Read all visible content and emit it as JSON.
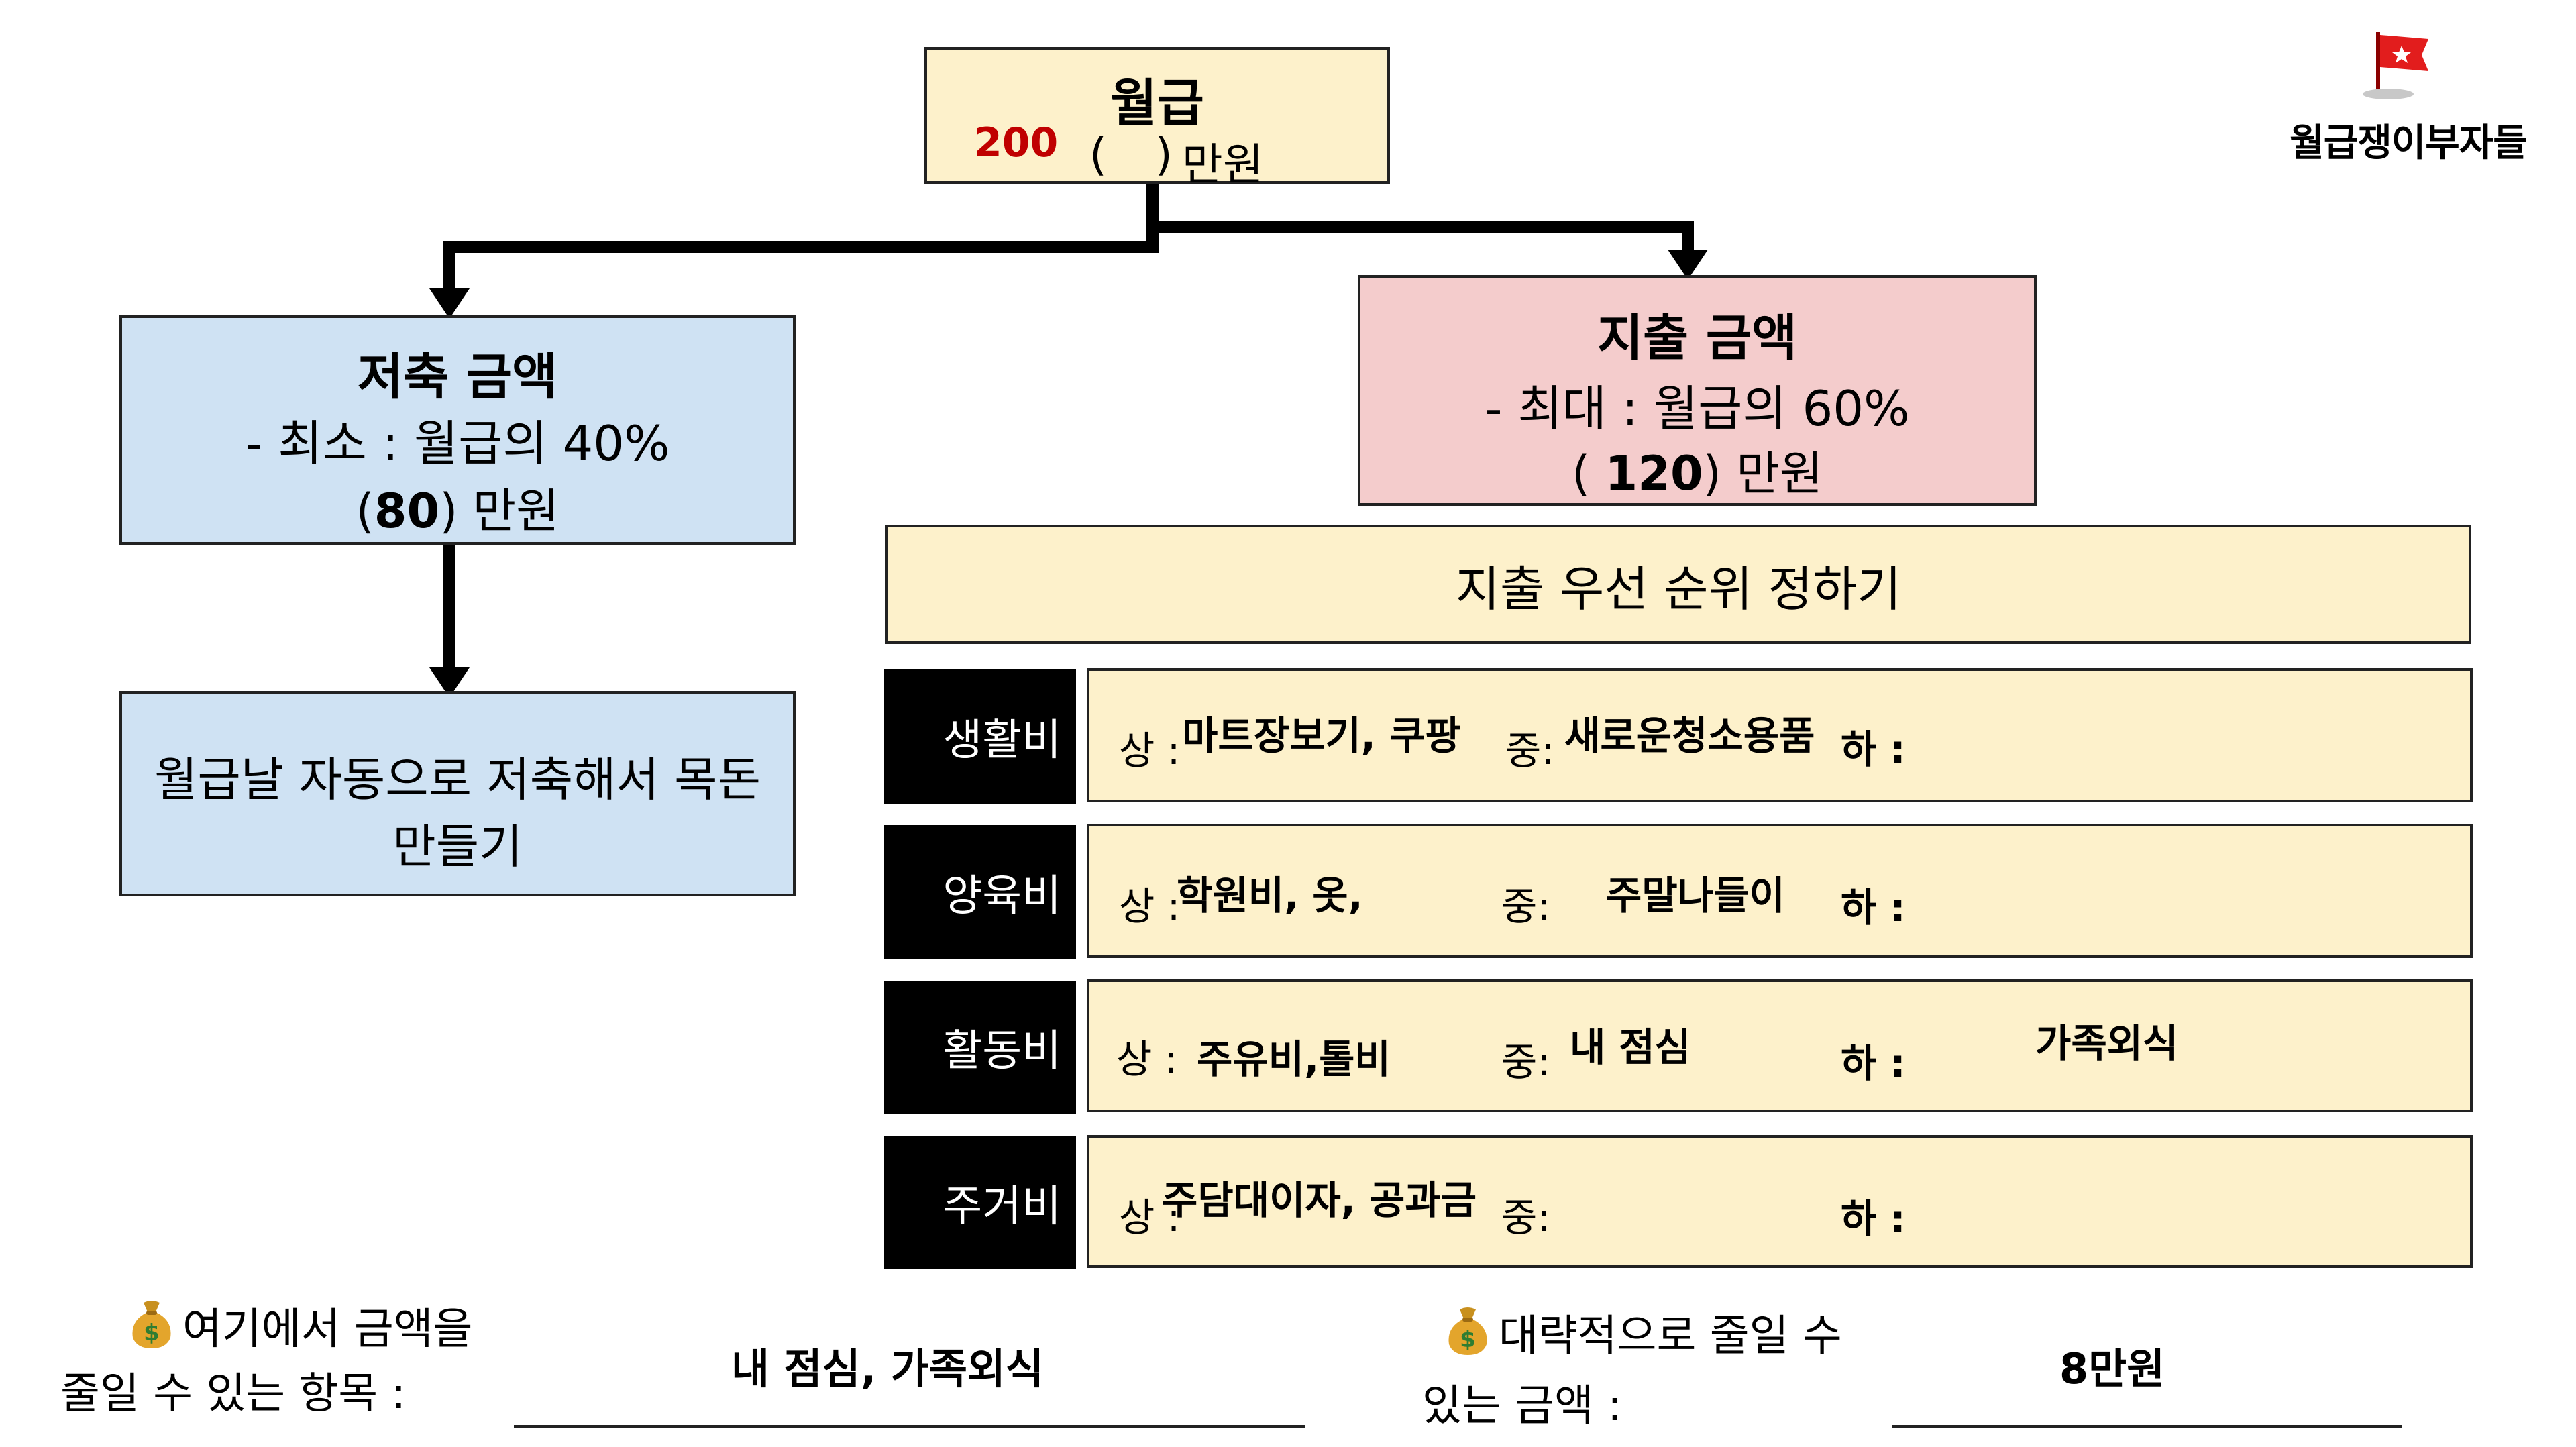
{
  "salary": {
    "title": "월급",
    "amount": "200",
    "paren_open": "(",
    "paren_close": ")",
    "unit": "만원"
  },
  "logo": {
    "text": "월급쟁이부자들"
  },
  "savings": {
    "title": "저축 금액",
    "rule": "- 최소 : 월급의 40%",
    "amount_paren_open": "(",
    "amount": "80",
    "amount_paren_close": ")",
    "unit": "만원"
  },
  "savings_plan": {
    "line1": "월급날 자동으로 저축해서 목돈",
    "line2": "만들기"
  },
  "spending": {
    "title": "지출 금액",
    "rule": "- 최대 : 월급의 60%",
    "amount_paren_open": "(",
    "amount": "120",
    "amount_paren_close": ")",
    "unit": "만원"
  },
  "priority": {
    "header": "지출 우선 순위 정하기",
    "tags": {
      "high": "상 :",
      "mid": "중:",
      "low": "하 :"
    },
    "rows": [
      {
        "label": "생활비",
        "high": "마트장보기, 쿠팡",
        "mid": "새로운청소용품",
        "low": ""
      },
      {
        "label": "양육비",
        "high": "학원비, 옷,",
        "mid": "주말나들이",
        "low": ""
      },
      {
        "label": "활동비",
        "high": "주유비,톨비",
        "mid": "내 점심",
        "low": "가족외식"
      },
      {
        "label": "주거비",
        "high": "주담대이자, 공과금",
        "mid": "",
        "low": ""
      }
    ]
  },
  "bottom": {
    "reduce_items_label_line1": "여기에서 금액을",
    "reduce_items_label_line2": "줄일 수 있는 항목 :",
    "reduce_items_value": "내 점심, 가족외식",
    "reduce_amount_label_line1": "대략적으로 줄일 수",
    "reduce_amount_label_line2": "있는 금액 :",
    "reduce_amount_value": "8만원",
    "money_icon": "money-bag-icon"
  },
  "colors": {
    "yellow": "#fdf1cb",
    "blue": "#cfe2f3",
    "pink": "#f4cccc",
    "red": "#c00000",
    "black": "#000000"
  }
}
